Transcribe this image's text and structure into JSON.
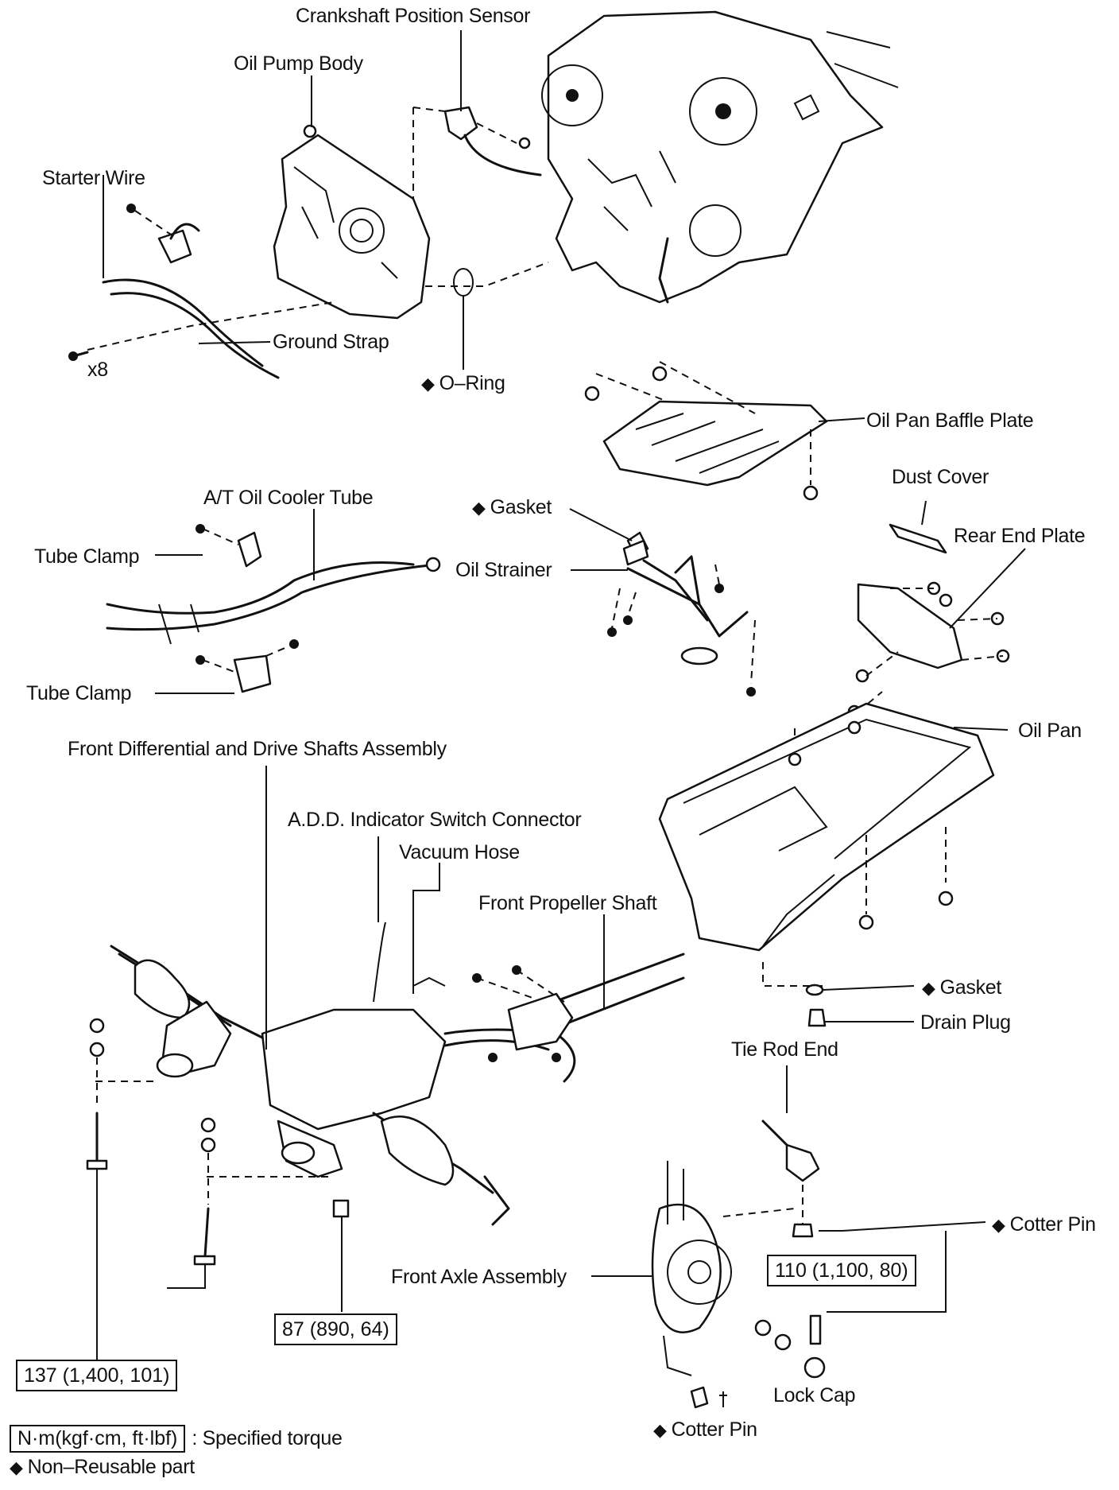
{
  "labels": {
    "crankshaft_position_sensor": "Crankshaft Position Sensor",
    "oil_pump_body": "Oil Pump Body",
    "starter_wire": "Starter Wire",
    "ground_strap": "Ground Strap",
    "x8": "x8",
    "o_ring": "O–Ring",
    "oil_pan_baffle_plate": "Oil Pan Baffle Plate",
    "dust_cover": "Dust Cover",
    "rear_end_plate": "Rear End Plate",
    "at_oil_cooler_tube": "A/T Oil Cooler Tube",
    "gasket_strainer": "Gasket",
    "tube_clamp_top": "Tube Clamp",
    "oil_strainer": "Oil Strainer",
    "tube_clamp_bottom": "Tube Clamp",
    "oil_pan": "Oil Pan",
    "front_differential": "Front Differential and Drive Shafts Assembly",
    "add_indicator_switch_connector": "A.D.D. Indicator Switch Connector",
    "vacuum_hose": "Vacuum Hose",
    "front_propeller_shaft": "Front Propeller Shaft",
    "gasket_drain": "Gasket",
    "drain_plug": "Drain Plug",
    "tie_rod_end": "Tie Rod End",
    "cotter_pin_right": "Cotter Pin",
    "front_axle_assembly": "Front Axle Assembly",
    "lock_cap": "Lock Cap",
    "cotter_pin_bottom": "Cotter Pin"
  },
  "torques": {
    "tie_rod_nut": "110 (1,100, 80)",
    "diff_bolt": "87 (890, 64)",
    "mount_bolt": "137 (1,400, 101)"
  },
  "legend": {
    "torque_box": "N·m(kgf·cm, ft·lbf)",
    "torque_text": ": Specified torque",
    "nonreusable_text": "Non–Reusable part",
    "diamond": "◆"
  }
}
